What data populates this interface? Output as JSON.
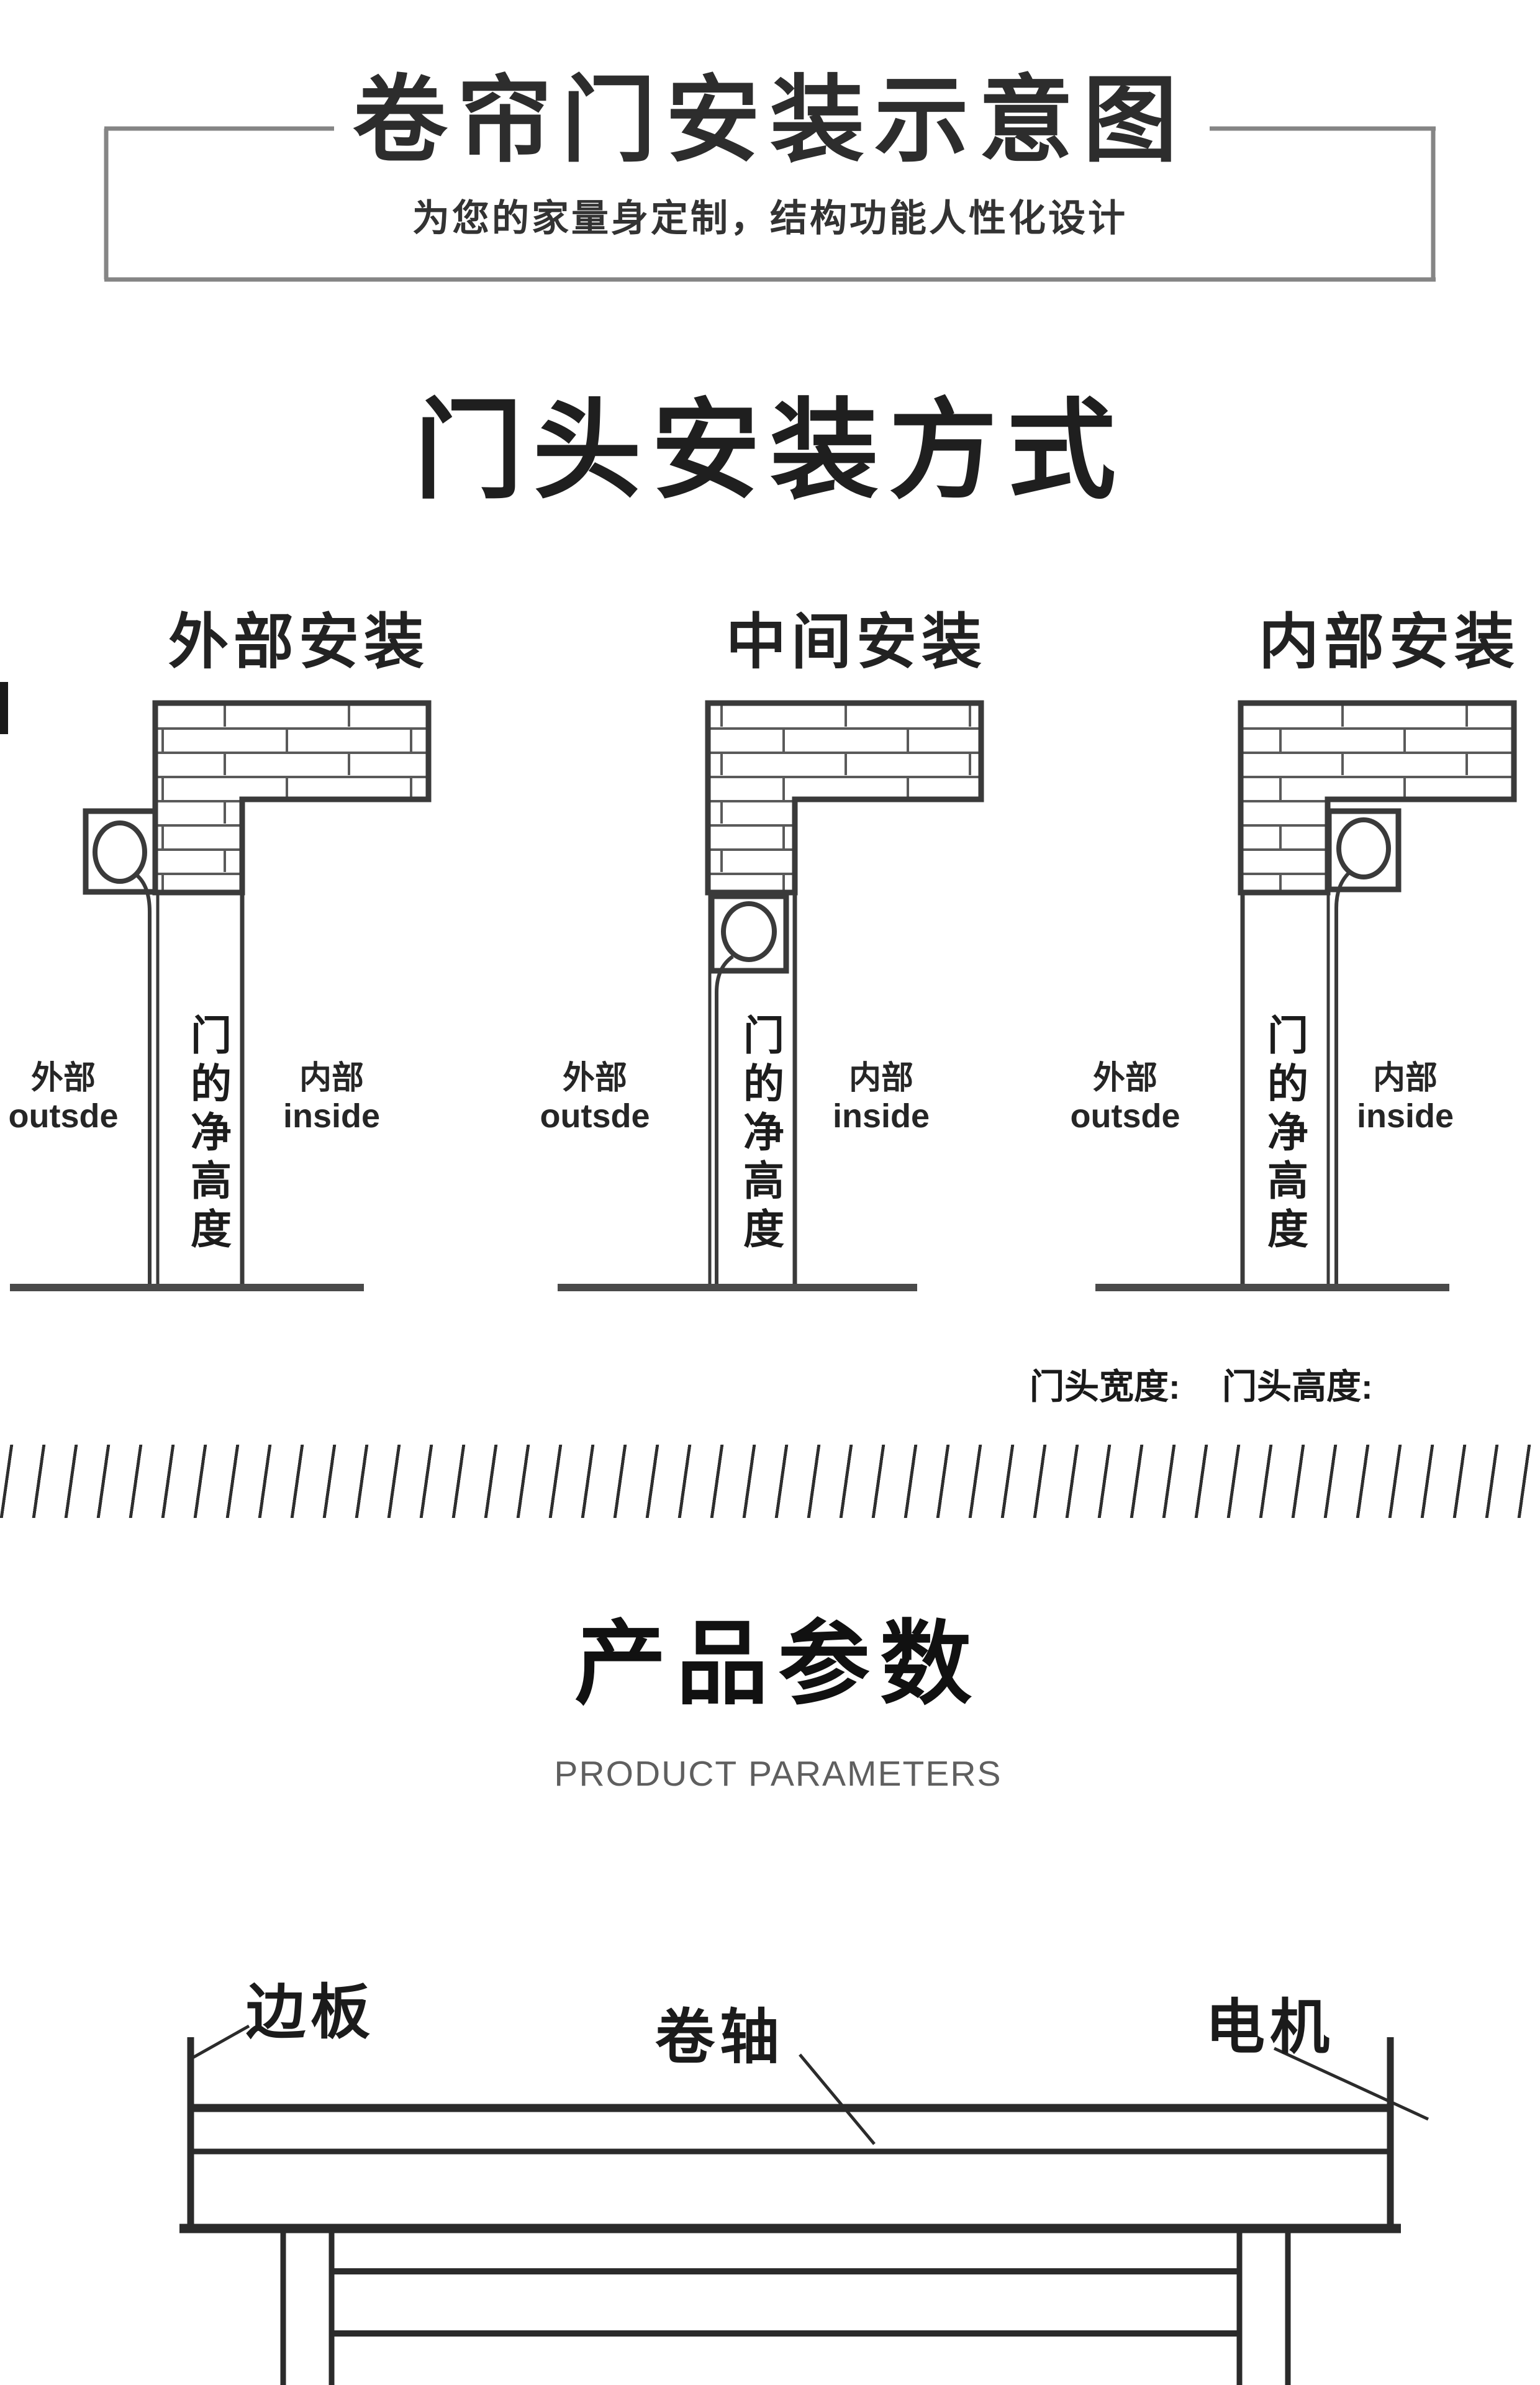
{
  "header": {
    "title": "卷帘门安装示意图",
    "subtitle": "为您的家量身定制，结构功能人性化设计"
  },
  "install": {
    "section_title": "门头安装方式",
    "diagrams": [
      {
        "title": "外部安装",
        "left_cn": "外部",
        "left_en": "outsde",
        "right_cn": "内部",
        "right_en": "inside",
        "center_note": "门的净高度"
      },
      {
        "title": "中间安装",
        "left_cn": "外部",
        "left_en": "outsde",
        "right_cn": "内部",
        "right_en": "inside",
        "center_note": "门的净高度"
      },
      {
        "title": "内部安装",
        "left_cn": "外部",
        "left_en": "outsde",
        "right_cn": "内部",
        "right_en": "inside",
        "center_note": "门的净高度"
      }
    ],
    "width_label": "门头宽度:",
    "height_label": "门头高度:"
  },
  "params": {
    "title": "产品参数",
    "subtitle": "PRODUCT PARAMETERS",
    "labels": {
      "side_plate": "边板",
      "roller_shaft": "卷轴",
      "motor": "电机"
    }
  },
  "colors": {
    "ink": "#2b2b2b",
    "wall_outline": "#3a3a3a",
    "mortar": "#5a5a5a",
    "border_gray": "#858585",
    "floor": "#4a4a4a",
    "muted_text": "#5f5f5f"
  }
}
